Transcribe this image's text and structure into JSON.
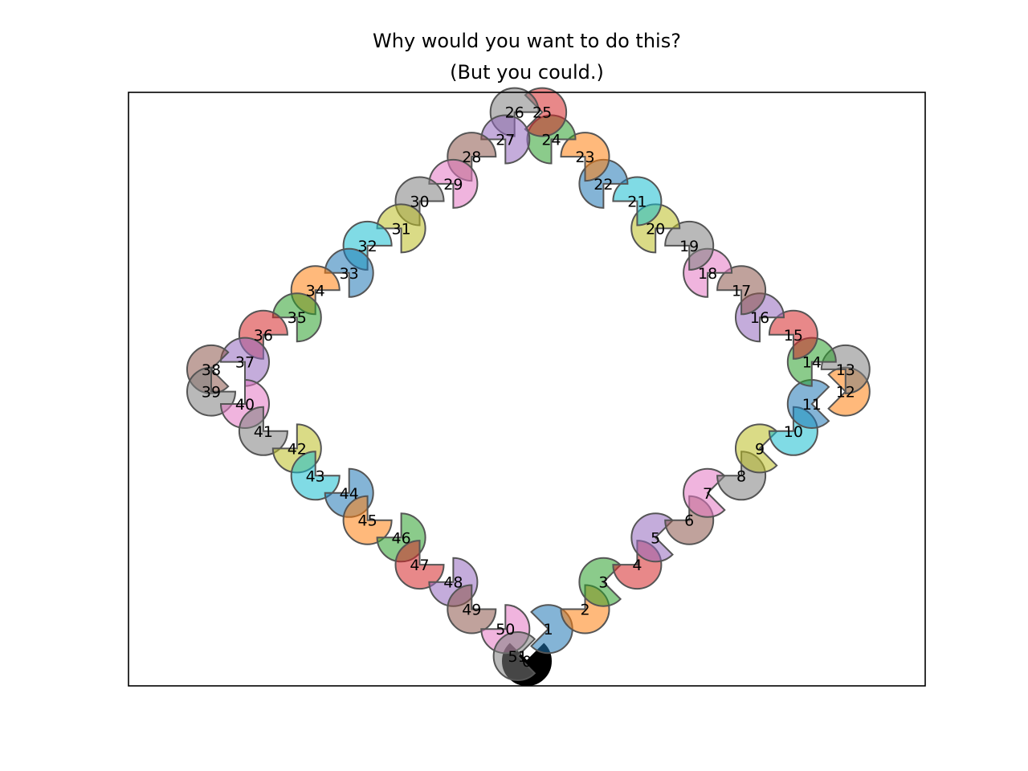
{
  "chart_data": {
    "type": "scatter",
    "title": "Why would you want to do this?",
    "subtitle": "(But you could.)",
    "grid": false,
    "axes_ticks_visible": false,
    "marker": "pie-arc",
    "colors": [
      "#1f77b4",
      "#ff7f0e",
      "#2ca02c",
      "#d62728",
      "#9467bd",
      "#8c564b",
      "#e377c2",
      "#7f7f7f",
      "#bcbd22",
      "#17becf"
    ],
    "points": [
      {
        "label": "0",
        "xy": [
          0.0,
          -0.9
        ],
        "dir": [
          0,
          1
        ],
        "color": "#000000"
      },
      {
        "label": "1",
        "xy": [
          0.07,
          -0.77
        ],
        "dir": [
          -1,
          0
        ],
        "color": "#1f77b4"
      },
      {
        "label": "2",
        "xy": [
          0.19,
          -0.69
        ],
        "dir": [
          -1,
          1
        ],
        "color": "#ff7f0e"
      },
      {
        "label": "3",
        "xy": [
          0.25,
          -0.58
        ],
        "dir": [
          1,
          0
        ],
        "color": "#2ca02c"
      },
      {
        "label": "4",
        "xy": [
          0.36,
          -0.51
        ],
        "dir": [
          -1,
          1
        ],
        "color": "#d62728"
      },
      {
        "label": "5",
        "xy": [
          0.42,
          -0.4
        ],
        "dir": [
          1,
          0
        ],
        "color": "#9467bd"
      },
      {
        "label": "6",
        "xy": [
          0.53,
          -0.33
        ],
        "dir": [
          -1,
          1
        ],
        "color": "#8c564b"
      },
      {
        "label": "7",
        "xy": [
          0.59,
          -0.22
        ],
        "dir": [
          1,
          0
        ],
        "color": "#e377c2"
      },
      {
        "label": "8",
        "xy": [
          0.7,
          -0.15
        ],
        "dir": [
          -1,
          1
        ],
        "color": "#7f7f7f"
      },
      {
        "label": "9",
        "xy": [
          0.76,
          -0.04
        ],
        "dir": [
          1,
          0
        ],
        "color": "#bcbd22"
      },
      {
        "label": "10",
        "xy": [
          0.87,
          0.03
        ],
        "dir": [
          -1,
          1
        ],
        "color": "#17becf"
      },
      {
        "label": "11",
        "xy": [
          0.93,
          0.14
        ],
        "dir": [
          1,
          0
        ],
        "color": "#1f77b4"
      },
      {
        "label": "12",
        "xy": [
          1.04,
          0.19
        ],
        "dir": [
          -1,
          0
        ],
        "color": "#ff7f0e"
      },
      {
        "label": "13",
        "xy": [
          1.04,
          0.28
        ],
        "dir": [
          -1,
          -1
        ],
        "color": "#7f7f7f"
      },
      {
        "label": "14",
        "xy": [
          0.93,
          0.31
        ],
        "dir": [
          1,
          -1
        ],
        "color": "#2ca02c"
      },
      {
        "label": "15",
        "xy": [
          0.87,
          0.42
        ],
        "dir": [
          -1,
          -1
        ],
        "color": "#d62728"
      },
      {
        "label": "16",
        "xy": [
          0.76,
          0.49
        ],
        "dir": [
          1,
          -1
        ],
        "color": "#9467bd"
      },
      {
        "label": "17",
        "xy": [
          0.7,
          0.6
        ],
        "dir": [
          -1,
          -1
        ],
        "color": "#8c564b"
      },
      {
        "label": "18",
        "xy": [
          0.59,
          0.67
        ],
        "dir": [
          1,
          -1
        ],
        "color": "#e377c2"
      },
      {
        "label": "19",
        "xy": [
          0.53,
          0.78
        ],
        "dir": [
          -1,
          -1
        ],
        "color": "#7f7f7f"
      },
      {
        "label": "20",
        "xy": [
          0.42,
          0.85
        ],
        "dir": [
          1,
          -1
        ],
        "color": "#bcbd22"
      },
      {
        "label": "21",
        "xy": [
          0.36,
          0.96
        ],
        "dir": [
          -1,
          -1
        ],
        "color": "#17becf"
      },
      {
        "label": "22",
        "xy": [
          0.25,
          1.03
        ],
        "dir": [
          1,
          -1
        ],
        "color": "#1f77b4"
      },
      {
        "label": "23",
        "xy": [
          0.19,
          1.14
        ],
        "dir": [
          -1,
          -1
        ],
        "color": "#ff7f0e"
      },
      {
        "label": "24",
        "xy": [
          0.08,
          1.21
        ],
        "dir": [
          1,
          -1
        ],
        "color": "#2ca02c"
      },
      {
        "label": "25",
        "xy": [
          0.05,
          1.32
        ],
        "dir": [
          -1,
          0
        ],
        "color": "#d62728"
      },
      {
        "label": "26",
        "xy": [
          -0.04,
          1.32
        ],
        "dir": [
          1,
          -1
        ],
        "color": "#7f7f7f"
      },
      {
        "label": "27",
        "xy": [
          -0.07,
          1.21
        ],
        "dir": [
          -1,
          -1
        ],
        "color": "#9467bd"
      },
      {
        "label": "28",
        "xy": [
          -0.18,
          1.14
        ],
        "dir": [
          1,
          -1
        ],
        "color": "#8c564b"
      },
      {
        "label": "29",
        "xy": [
          -0.24,
          1.03
        ],
        "dir": [
          -1,
          -1
        ],
        "color": "#e377c2"
      },
      {
        "label": "30",
        "xy": [
          -0.35,
          0.96
        ],
        "dir": [
          1,
          -1
        ],
        "color": "#7f7f7f"
      },
      {
        "label": "31",
        "xy": [
          -0.41,
          0.85
        ],
        "dir": [
          -1,
          -1
        ],
        "color": "#bcbd22"
      },
      {
        "label": "32",
        "xy": [
          -0.52,
          0.78
        ],
        "dir": [
          1,
          -1
        ],
        "color": "#17becf"
      },
      {
        "label": "33",
        "xy": [
          -0.58,
          0.67
        ],
        "dir": [
          -1,
          -1
        ],
        "color": "#1f77b4"
      },
      {
        "label": "34",
        "xy": [
          -0.69,
          0.6
        ],
        "dir": [
          1,
          -1
        ],
        "color": "#ff7f0e"
      },
      {
        "label": "35",
        "xy": [
          -0.75,
          0.49
        ],
        "dir": [
          -1,
          -1
        ],
        "color": "#2ca02c"
      },
      {
        "label": "36",
        "xy": [
          -0.86,
          0.42
        ],
        "dir": [
          1,
          -1
        ],
        "color": "#d62728"
      },
      {
        "label": "37",
        "xy": [
          -0.92,
          0.31
        ],
        "dir": [
          -1,
          -1
        ],
        "color": "#9467bd"
      },
      {
        "label": "38",
        "xy": [
          -1.03,
          0.28
        ],
        "dir": [
          1,
          0
        ],
        "color": "#8c564b"
      },
      {
        "label": "39",
        "xy": [
          -1.03,
          0.19
        ],
        "dir": [
          1,
          1
        ],
        "color": "#7f7f7f"
      },
      {
        "label": "40",
        "xy": [
          -0.92,
          0.14
        ],
        "dir": [
          -1,
          1
        ],
        "color": "#e377c2"
      },
      {
        "label": "41",
        "xy": [
          -0.86,
          0.03
        ],
        "dir": [
          1,
          1
        ],
        "color": "#7f7f7f"
      },
      {
        "label": "42",
        "xy": [
          -0.75,
          -0.04
        ],
        "dir": [
          -1,
          1
        ],
        "color": "#bcbd22"
      },
      {
        "label": "43",
        "xy": [
          -0.69,
          -0.15
        ],
        "dir": [
          1,
          1
        ],
        "color": "#17becf"
      },
      {
        "label": "44",
        "xy": [
          -0.58,
          -0.22
        ],
        "dir": [
          -1,
          1
        ],
        "color": "#1f77b4"
      },
      {
        "label": "45",
        "xy": [
          -0.52,
          -0.33
        ],
        "dir": [
          1,
          1
        ],
        "color": "#ff7f0e"
      },
      {
        "label": "46",
        "xy": [
          -0.41,
          -0.4
        ],
        "dir": [
          -1,
          1
        ],
        "color": "#2ca02c"
      },
      {
        "label": "47",
        "xy": [
          -0.35,
          -0.51
        ],
        "dir": [
          1,
          1
        ],
        "color": "#d62728"
      },
      {
        "label": "48",
        "xy": [
          -0.24,
          -0.58
        ],
        "dir": [
          -1,
          1
        ],
        "color": "#9467bd"
      },
      {
        "label": "49",
        "xy": [
          -0.18,
          -0.69
        ],
        "dir": [
          1,
          1
        ],
        "color": "#8c564b"
      },
      {
        "label": "50",
        "xy": [
          -0.07,
          -0.77
        ],
        "dir": [
          -1,
          1
        ],
        "color": "#e377c2"
      },
      {
        "label": "51",
        "xy": [
          -0.03,
          -0.88
        ],
        "dir": [
          1,
          0
        ],
        "color": "#7f7f7f"
      }
    ],
    "xlim": [
      -1.3,
      1.3
    ],
    "ylim": [
      -1.0,
      1.4
    ]
  }
}
